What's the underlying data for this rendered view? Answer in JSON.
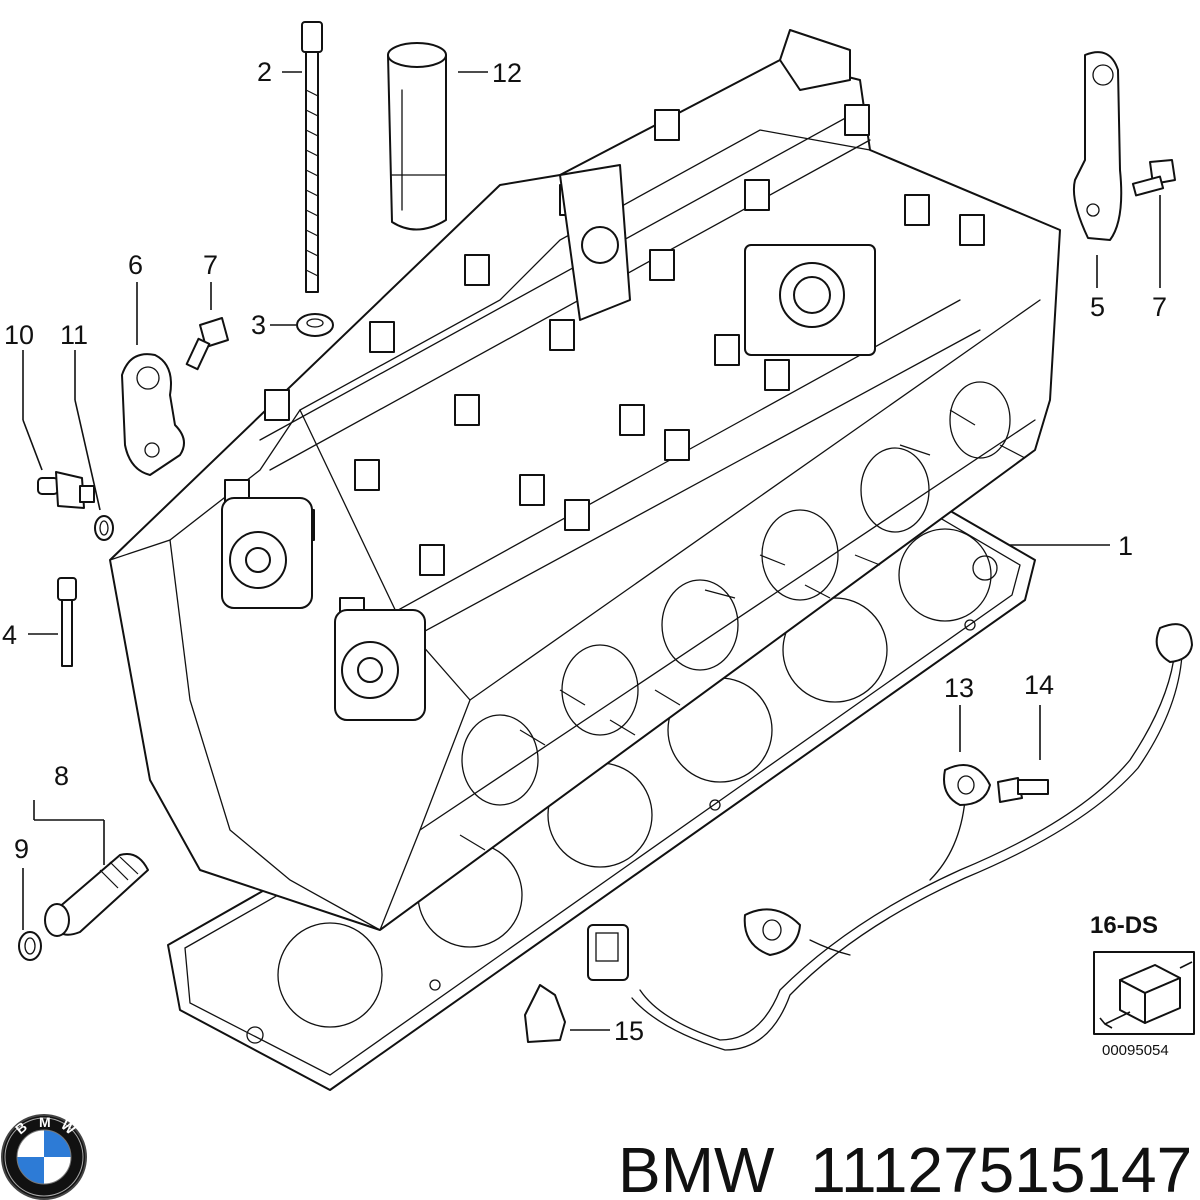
{
  "callouts": {
    "c1": "1",
    "c2": "2",
    "c3": "3",
    "c4": "4",
    "c5": "5",
    "c6": "6",
    "c7a": "7",
    "c7b": "7",
    "c8": "8",
    "c9": "9",
    "c10": "10",
    "c11": "11",
    "c12": "12",
    "c13": "13",
    "c14": "14",
    "c15": "15"
  },
  "ds_box": {
    "label": "16-DS",
    "code": "00095054"
  },
  "logo": {
    "letters": [
      "B",
      "M",
      "W"
    ],
    "colors": {
      "blue": "#2d7bd6",
      "white": "#ffffff",
      "ring": "#111111"
    }
  },
  "footer": {
    "brand": "BMW",
    "part_number": "11127515147"
  }
}
